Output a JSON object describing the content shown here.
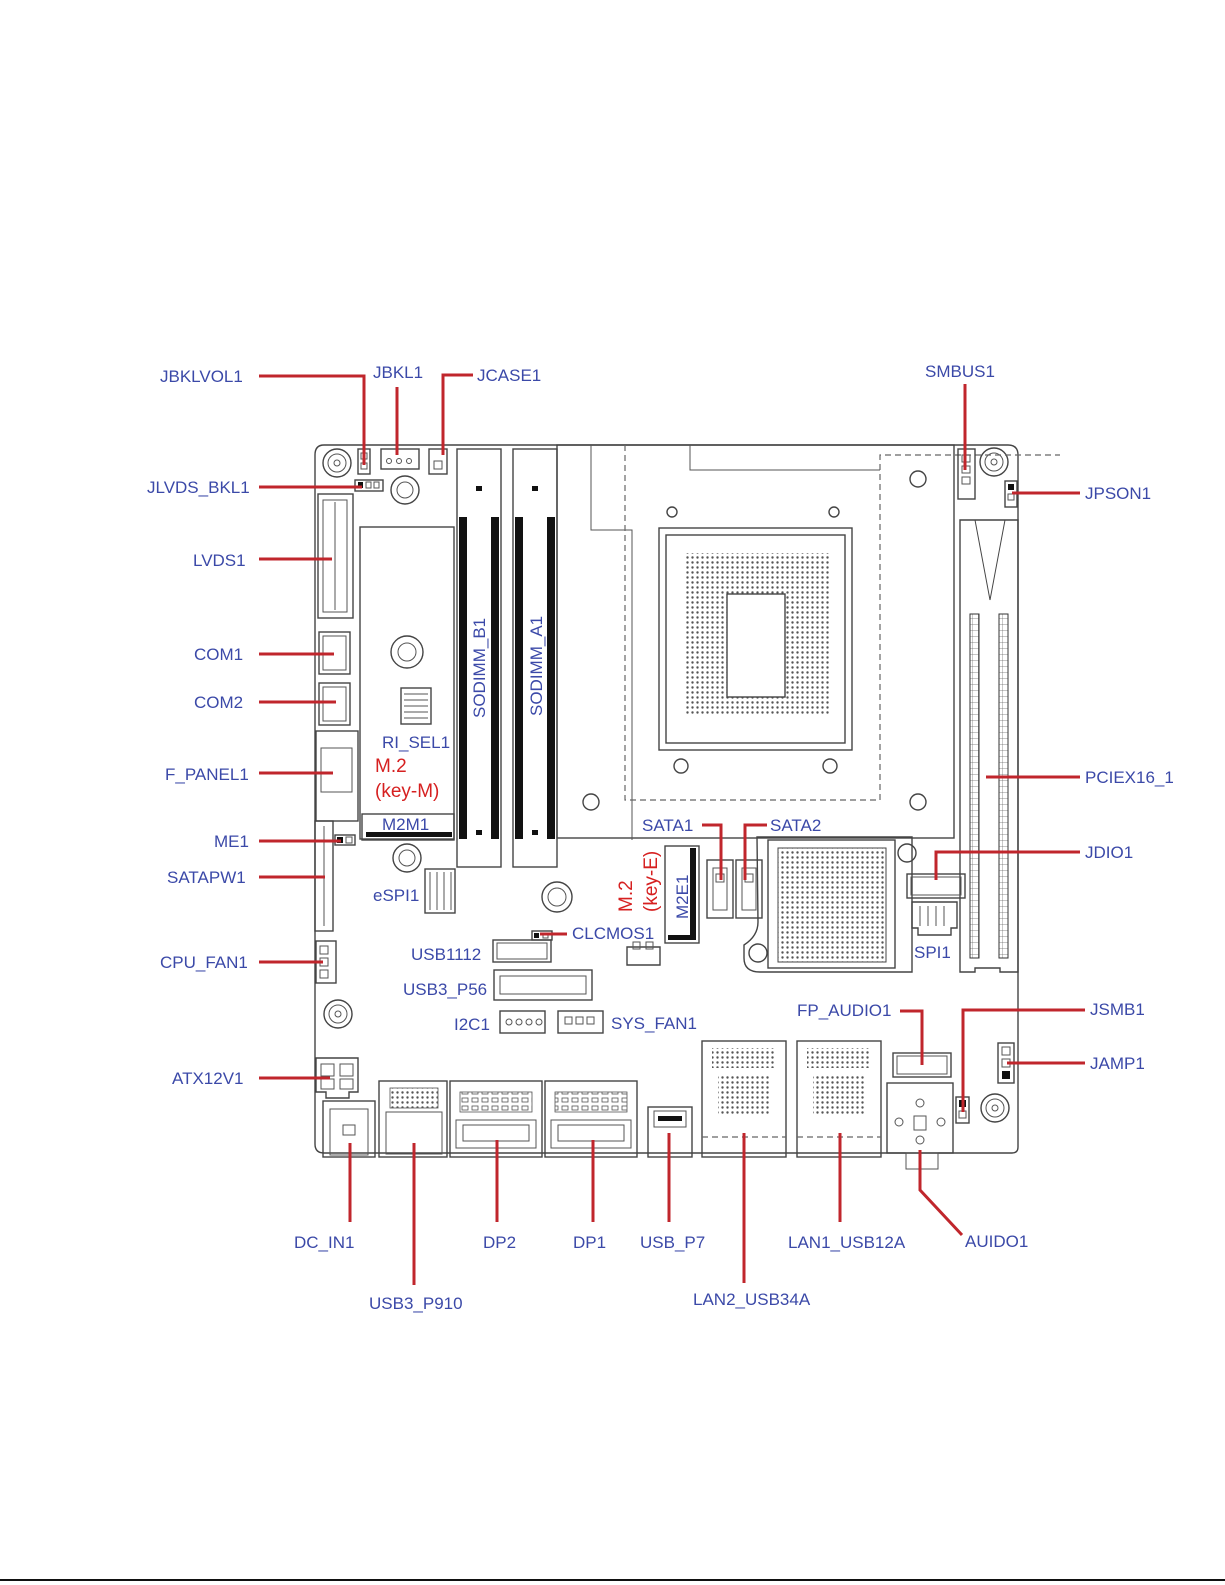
{
  "labels": {
    "jbklvol1": "JBKLVOL1",
    "jbkl1": "JBKL1",
    "jcase1": "JCASE1",
    "smbus1": "SMBUS1",
    "jlvds_bkl1": "JLVDS_BKL1",
    "jpson1": "JPSON1",
    "lvds1": "LVDS1",
    "com1": "COM1",
    "com2": "COM2",
    "ri_sel1": "RI_SEL1",
    "m2_m_line1": "M.2",
    "m2_m_line2": "(key-M)",
    "f_panel1": "F_PANEL1",
    "pciex16_1": "PCIEX16_1",
    "m2m1": "M2M1",
    "me1": "ME1",
    "sata1": "SATA1",
    "sata2": "SATA2",
    "jdio1": "JDIO1",
    "satapw1": "SATAPW1",
    "espi1": "eSPI1",
    "clcmos1": "CLCMOS1",
    "spi1": "SPI1",
    "usb1112": "USB1112",
    "cpu_fan1": "CPU_FAN1",
    "usb3_p56": "USB3_P56",
    "fp_audio1": "FP_AUDIO1",
    "jsmb1": "JSMB1",
    "i2c1": "I2C1",
    "sys_fan1": "SYS_FAN1",
    "jamp1": "JAMP1",
    "atx12v1": "ATX12V1",
    "dc_in1": "DC_IN1",
    "dp2": "DP2",
    "dp1": "DP1",
    "usb_p7": "USB_P7",
    "lan1_usb12a": "LAN1_USB12A",
    "auido1": "AUIDO1",
    "lan2_usb34a": "LAN2_USB34A",
    "usb3_p910": "USB3_P910",
    "sodimm_b1": "SODIMM_B1",
    "sodimm_a1": "SODIMM_A1",
    "m2_e_line1": "M.2",
    "m2_e_line2": "(key-E)",
    "m2e1": "M2E1"
  },
  "colors": {
    "label": "#3b49a8",
    "key_label": "#d62020",
    "leader_line": "#c0262c",
    "outline": "#444444"
  }
}
